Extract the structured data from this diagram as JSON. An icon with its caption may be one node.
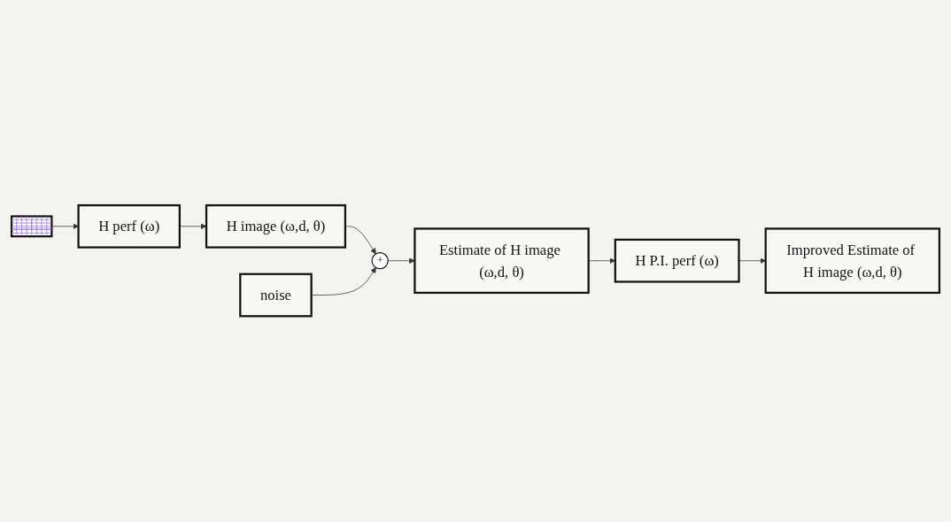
{
  "diagram": {
    "nodes": [
      {
        "text": [],
        "shape": "picture"
      },
      {
        "text": [
          "H perf (ω)"
        ]
      },
      {
        "text": [
          "H image (ω,d, θ)"
        ]
      },
      {
        "text": [
          "noise"
        ]
      },
      {
        "text": [
          "+"
        ]
      },
      {
        "text": [
          "Estimate of H image (ω,d, θ)"
        ]
      },
      {
        "text": [
          "H P.I. perf (ω)"
        ]
      },
      {
        "text": [
          "Improved Estimate of H image (ω,d, θ)"
        ]
      }
    ],
    "edges": [
      {
        "from": 0,
        "to": 1,
        "arrow": "to"
      },
      {
        "from": 1,
        "to": 2,
        "arrow": "to"
      },
      {
        "from": 2,
        "to": 4,
        "arrow": "to"
      },
      {
        "from": 3,
        "to": 4,
        "arrow": "to"
      },
      {
        "from": 4,
        "to": 5,
        "arrow": "to"
      },
      {
        "from": 5,
        "to": 6,
        "arrow": "to"
      },
      {
        "from": 6,
        "to": 7,
        "arrow": "to"
      }
    ]
  }
}
